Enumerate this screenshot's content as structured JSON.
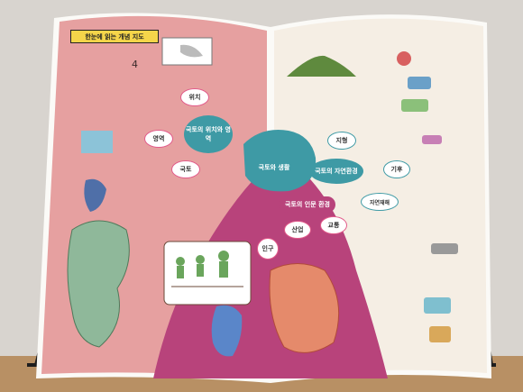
{
  "banner": "한눈에 읽는 개념 지도",
  "page_number": "4",
  "nodes": {
    "center_left": "국토의 위치와 영역",
    "center_mid": "국토와 생활",
    "center_right": "국토의 자연환경",
    "human_env": "국토의 인문 환경",
    "location": "위치",
    "territory": "영역",
    "homeland": "국토",
    "terrain": "지형",
    "climate": "기후",
    "disaster": "자연재해",
    "population": "인구",
    "industry": "산업",
    "transport": "교통"
  },
  "colors": {
    "left_page": "#e7a0a0",
    "right_page": "#f4ede4",
    "magenta": "#b8427a",
    "teal": "#3f9aa6",
    "banner": "#f5d54a"
  }
}
